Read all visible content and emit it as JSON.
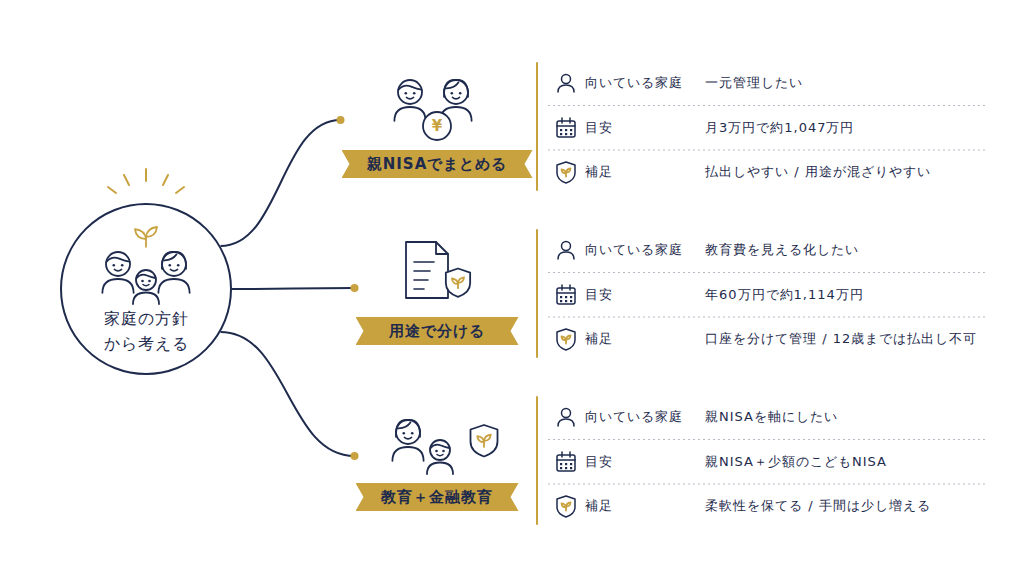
{
  "diagram": {
    "nodes": [
      {
        "text": [
          "家庭の方針 から考える"
        ]
      },
      {
        "text": [
          "親NISAでまとめる"
        ]
      },
      {
        "text": [
          "用途で分ける"
        ]
      },
      {
        "text": [
          "教育＋金融教育"
        ]
      }
    ],
    "edges": [
      {
        "from": 0,
        "to": 1,
        "arrow": "none"
      },
      {
        "from": 0,
        "to": 2,
        "arrow": "none"
      },
      {
        "from": 0,
        "to": 3,
        "arrow": "none"
      }
    ],
    "labels": [
      "¥",
      "向いている家庭",
      "一元管理したい",
      "目安",
      "月3万円で約1,047万円",
      "補足",
      "払出しやすい / 用途が混ざりやすい",
      "向いている家庭",
      "教育費を見える化したい",
      "目安",
      "年60万円で約1,114万円",
      "補足",
      "口座を分けて管理 / 12歳までは払出し不可",
      "向いている家庭",
      "親NISAを軸にしたい",
      "目安",
      "親NISA＋少額のこどもNISA",
      "補足",
      "柔軟性を保てる / 手間は少し増える"
    ]
  }
}
